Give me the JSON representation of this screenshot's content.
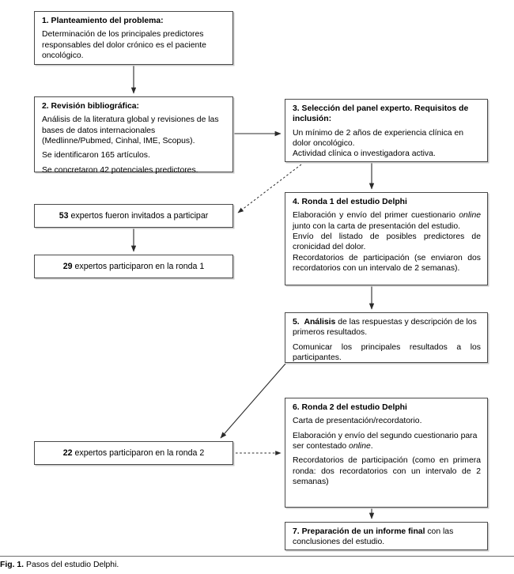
{
  "figure": {
    "label": "Fig. 1.",
    "caption": "Pasos del estudio Delphi."
  },
  "colors": {
    "box_border": "#4a4a4a",
    "box_shadow": "#c9c9c9",
    "connector": "#2b2b2b",
    "background": "#ffffff",
    "rule": "#6e6e6e"
  },
  "steps": {
    "step1": {
      "heading": "1. Planteamiento del problema:",
      "body": "Determinación de los principales predictores responsables del dolor crónico es el paciente oncológico."
    },
    "step2": {
      "heading": "2. Revisión bibliográfica:",
      "body1": "Análisis de la literatura global y revisiones de las bases de datos internacionales (Medlinne/Pubmed, Cinhal, IME, Scopus).",
      "body2": "Se identificaron 165 artículos.",
      "body3": "Se concretaron 42 potenciales predictores."
    },
    "step3": {
      "heading": "3. Selección del panel experto. Requisitos de inclusión:",
      "body1": "Un mínimo de 2 años de experiencia clínica en dolor oncológico.",
      "body2": "Actividad clínica o investigadora activa."
    },
    "step4": {
      "heading": "4. Ronda 1 del estudio Delphi",
      "body1_pre": "Elaboración y envío del primer cuestionario ",
      "body1_em": "online",
      "body1_post": " junto con la carta de presentación del estudio.",
      "body2": "Envío del listado de posibles predictores de cronicidad del dolor.",
      "body3": "Recordatorios de participación (se enviaron dos recordatorios con un intervalo de 2 semanas)."
    },
    "step5": {
      "heading_num": "5.",
      "heading_word": "Análisis",
      "body1": " de las respuestas y descripción de los primeros resultados.",
      "body2": "Comunicar los principales resultados a los participantes."
    },
    "step6": {
      "heading": "6. Ronda 2 del estudio Delphi",
      "body1": "Carta de presentación/recordatorio.",
      "body2_pre": "Elaboración y envío del segundo cuestionario para ser contestado ",
      "body2_em": "online",
      "body2_post": ".",
      "body3": "Recordatorios de participación (como en primera ronda: dos recordatorios con un intervalo de 2 semanas)"
    },
    "step7": {
      "heading_num": "7.",
      "heading_word": "Preparación de un informe final",
      "body": " con las conclusiones del estudio."
    }
  },
  "participants": {
    "invited": {
      "count": "53",
      "text": "expertos fueron invitados a participar"
    },
    "round1": {
      "count": "29",
      "text": "expertos participaron en la ronda 1"
    },
    "round2": {
      "count": "22",
      "text": "expertos participaron en la ronda 2"
    }
  }
}
